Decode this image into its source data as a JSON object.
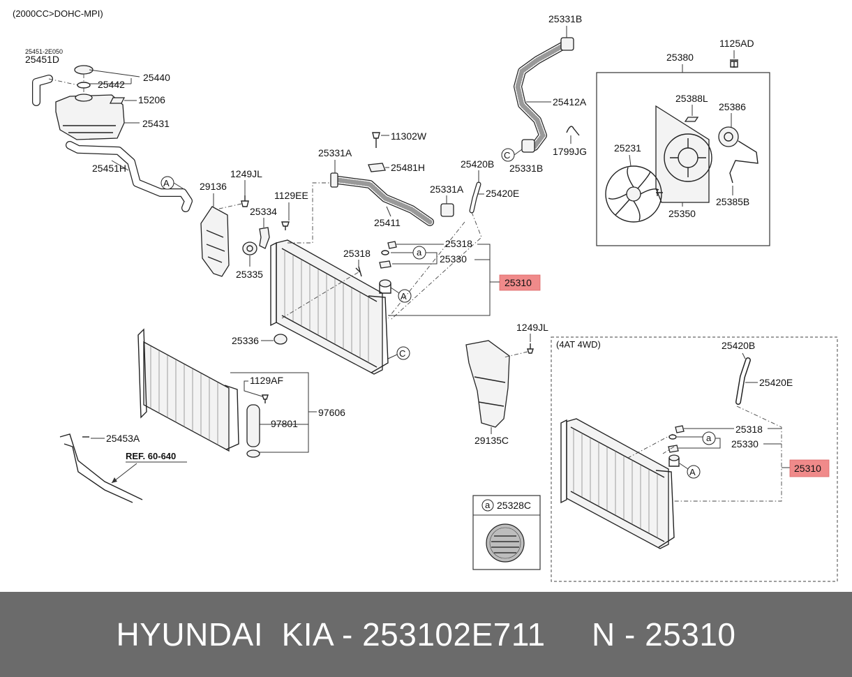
{
  "header_note": "(2000CC>DOHC-MPI)",
  "inset_label": "(4AT 4WD)",
  "ref_label": "REF. 60-640",
  "circle_marks": {
    "a": "A",
    "c": "C",
    "sub": "a"
  },
  "highlight_color": "#f08a8a",
  "labels": {
    "p25331B_top": "25331B",
    "p1125AD": "1125AD",
    "p25451_2E050": "25451-2E050",
    "p25451D": "25451D",
    "p25440": "25440",
    "p25442": "25442",
    "p15206": "15206",
    "p25431": "25431",
    "p25380": "25380",
    "p25412A": "25412A",
    "p25388L": "25388L",
    "p25386": "25386",
    "p11302W": "11302W",
    "p1799JG": "1799JG",
    "p25231": "25231",
    "p25481H": "25481H",
    "p25331B_mid": "25331B",
    "p25451H": "25451H",
    "p25331A_top": "25331A",
    "p25420B_top": "25420B",
    "p1249JL_top": "1249JL",
    "p29136": "29136",
    "p25420E_top": "25420E",
    "p25331A_mid": "25331A",
    "p1129EE": "1129EE",
    "p25350": "25350",
    "p25385B": "25385B",
    "p25334": "25334",
    "p25411": "25411",
    "p25318_main": "25318",
    "p25330_main": "25330",
    "p25318_small": "25318",
    "p25335": "25335",
    "p25310_main": "25310",
    "p25336": "25336",
    "p1249JL_mid": "1249JL",
    "p25420B_inset": "25420B",
    "p1129AF": "1129AF",
    "p25420E_inset": "25420E",
    "p97606": "97606",
    "p97801": "97801",
    "p29135C": "29135C",
    "p25318_inset": "25318",
    "p25453A": "25453A",
    "p25330_inset": "25330",
    "p25310_inset": "25310",
    "p25328C": "25328C"
  },
  "footer": {
    "brand": "HYUNDAI  KIA - 253102E711     N - 25310"
  }
}
